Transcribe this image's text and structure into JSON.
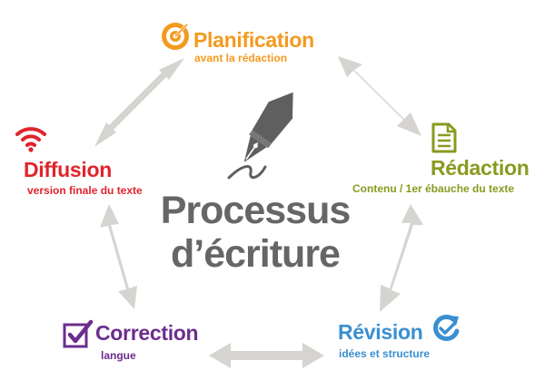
{
  "center": {
    "line1": "Processus",
    "line2": "d’écriture"
  },
  "nodes": {
    "planification": {
      "title": "Planification",
      "subtitle": "avant la rédaction",
      "color": "#f39a1e",
      "icon": "target-icon"
    },
    "redaction": {
      "title": "Rédaction",
      "subtitle": "Contenu / 1er ébauche du texte",
      "color": "#8a9a1f",
      "icon": "document-icon"
    },
    "revision": {
      "title": "Révision",
      "subtitle": "idées et structure",
      "color": "#3a8fd0",
      "icon": "refresh-icon"
    },
    "correction": {
      "title": "Correction",
      "subtitle": "langue",
      "color": "#6b2d8e",
      "icon": "checkbox-icon"
    },
    "diffusion": {
      "title": "Diffusion",
      "subtitle": "version finale du texte",
      "color": "#e0242c",
      "icon": "wifi-icon"
    }
  },
  "arrow_color": "#d5d4d0"
}
